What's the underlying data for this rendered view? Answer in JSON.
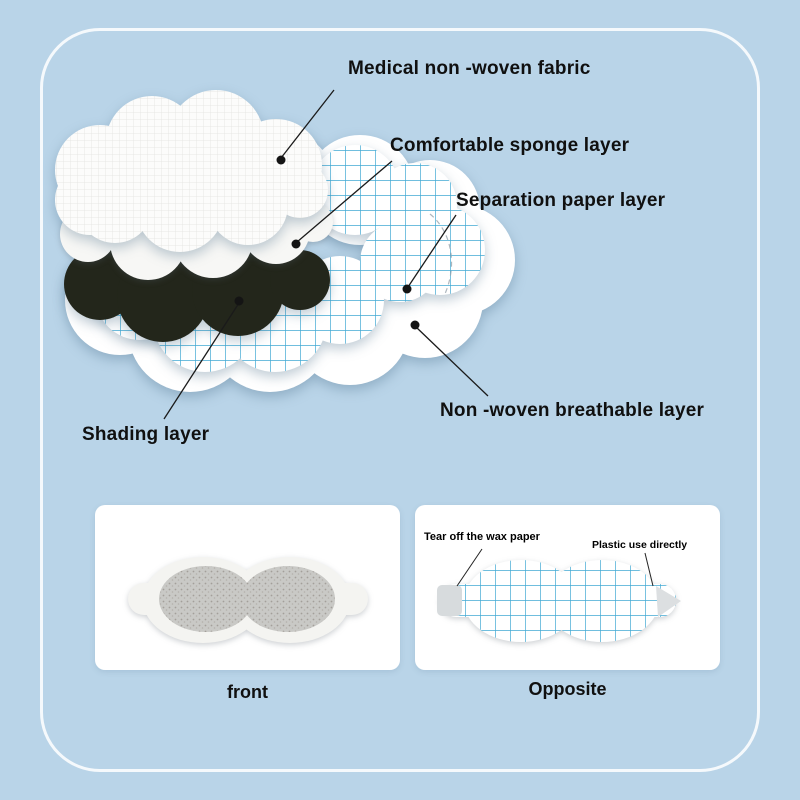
{
  "labels": {
    "medical_fabric": "Medical non -woven fabric",
    "sponge": "Comfortable sponge layer",
    "separation_paper": "Separation paper layer",
    "shading": "Shading layer",
    "breathable": "Non -woven breathable layer"
  },
  "cards": {
    "front": {
      "caption": "front"
    },
    "opposite": {
      "caption": "Opposite",
      "label_left": "Tear off the wax paper",
      "label_right": "Plastic use directly"
    }
  },
  "colors": {
    "background": "#b9d4e8",
    "frame_border": "#ffffff",
    "grid_blue": "#40a9d4",
    "shading_layer": "#23261b",
    "card_background": "#ffffff",
    "text": "#111111"
  }
}
